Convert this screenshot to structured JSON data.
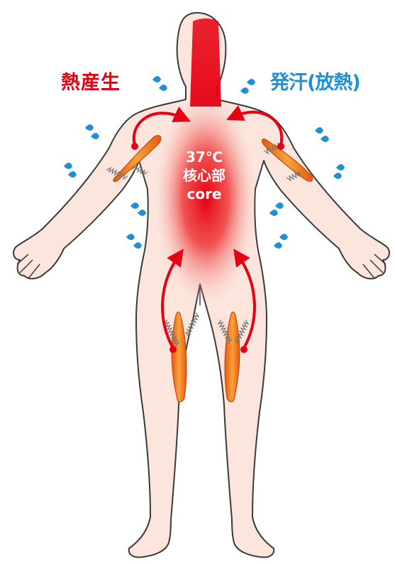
{
  "labels": {
    "heat_production": "熱産生",
    "sweating": "発汗(放熱)"
  },
  "core": {
    "temperature": "37℃",
    "name_jp": "核心部",
    "name_en": "core"
  },
  "colors": {
    "heat": "#e60012",
    "sweat": "#1f8fd6",
    "skin": "#fbe5dc",
    "muscle": "#f08a1c",
    "outline": "#3a3a3a"
  },
  "icons": {
    "sweat_drop": "sweat-drop-icon",
    "muscle": "muscle-icon",
    "heat_arrow": "heat-arrow-icon"
  }
}
